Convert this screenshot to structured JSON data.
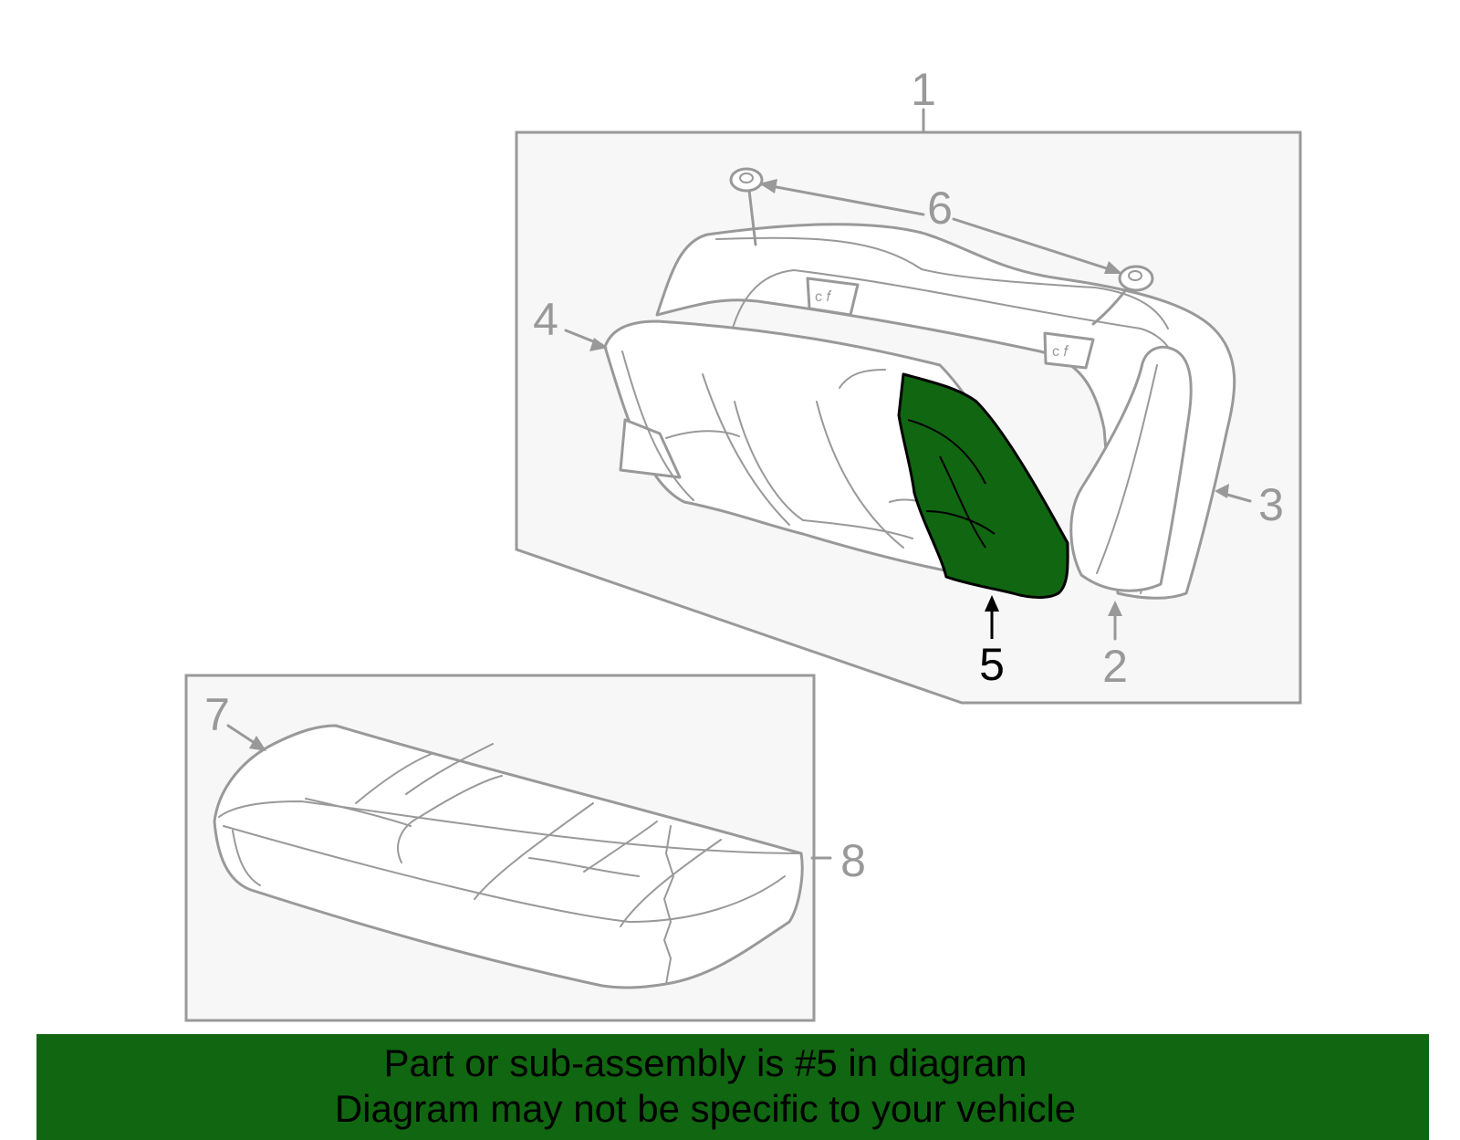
{
  "colors": {
    "highlight": "#116611",
    "line": "#999999",
    "panel_fill": "#f7f7f7",
    "banner": "#116611"
  },
  "callouts": {
    "c1": "1",
    "c2": "2",
    "c3": "3",
    "c4": "4",
    "c5": "5",
    "c6": "6",
    "c7": "7",
    "c8": "8"
  },
  "highlighted_part": "5",
  "banner": {
    "line1": "Part or sub-assembly is #5 in diagram",
    "line2": "Diagram may not be specific to your vehicle"
  }
}
